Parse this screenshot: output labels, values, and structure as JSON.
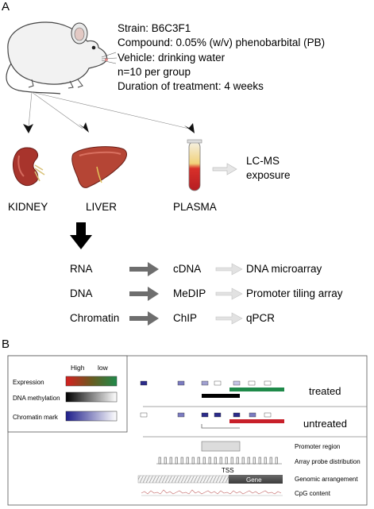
{
  "panel_a": {
    "label": "A",
    "details": {
      "strain": "Strain: B6C3F1",
      "compound": "Compound: 0.05% (w/v) phenobarbital (PB)",
      "vehicle": "Vehicle: drinking water",
      "n": "n=10 per group",
      "duration": "Duration of treatment: 4 weeks"
    },
    "tissues": [
      "KIDNEY",
      "LIVER",
      "PLASMA"
    ],
    "plasma_output_line1": "LC-MS",
    "plasma_output_line2": "exposure",
    "workflow": [
      {
        "input": "RNA",
        "method": "cDNA",
        "readout": "DNA microarray"
      },
      {
        "input": "DNA",
        "method": "MeDIP",
        "readout": "Promoter tiling array"
      },
      {
        "input": "Chromatin",
        "method": "ChIP",
        "readout": "qPCR"
      }
    ]
  },
  "panel_b": {
    "label": "B",
    "legend": {
      "high": "High",
      "low": "low",
      "expression": "Expression",
      "dna_methylation": "DNA methylation",
      "chromatin_mark": "Chromatin mark"
    },
    "conditions": [
      "treated",
      "untreated"
    ],
    "tss": "TSS",
    "gene": "Gene",
    "tracks": [
      "Promoter region",
      "Array probe distribution",
      "Genomic arrangement",
      "CpG content"
    ]
  },
  "colors": {
    "expression_green": "#1f8a4a",
    "expression_red": "#c8202a",
    "chromatin_blue": "#2b2b8a",
    "kidney": "#a8342c",
    "liver": "#b54535",
    "arrow_dark": "#6e6e6e",
    "arrow_light": "#d8d8d8"
  }
}
